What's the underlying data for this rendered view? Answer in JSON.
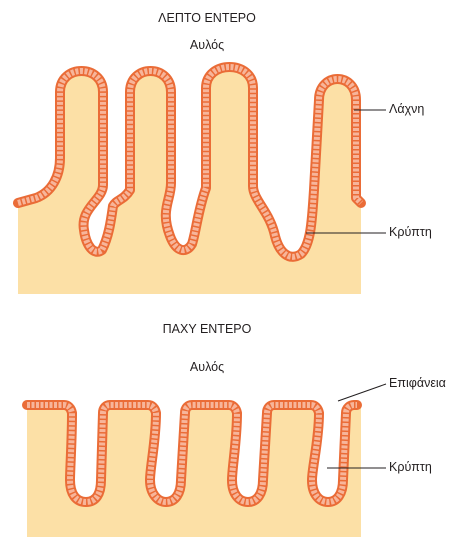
{
  "small_intestine": {
    "title": "ΛΕΠΤΟ ΕΝΤΕΡΟ",
    "lumen": "Αυλός",
    "villus": "Λάχνη",
    "crypt": "Κρύπτη"
  },
  "large_intestine": {
    "title": "ΠΑΧΥ ΕΝΤΕΡΟ",
    "lumen": "Αυλός",
    "surface": "Επιφάνεια",
    "crypt": "Κρύπτη"
  },
  "colors": {
    "tissue": "#fce0a6",
    "epithelium_outline": "#ea6c37",
    "epithelium_cells": "#f5a986",
    "leader_line": "#231f20"
  }
}
